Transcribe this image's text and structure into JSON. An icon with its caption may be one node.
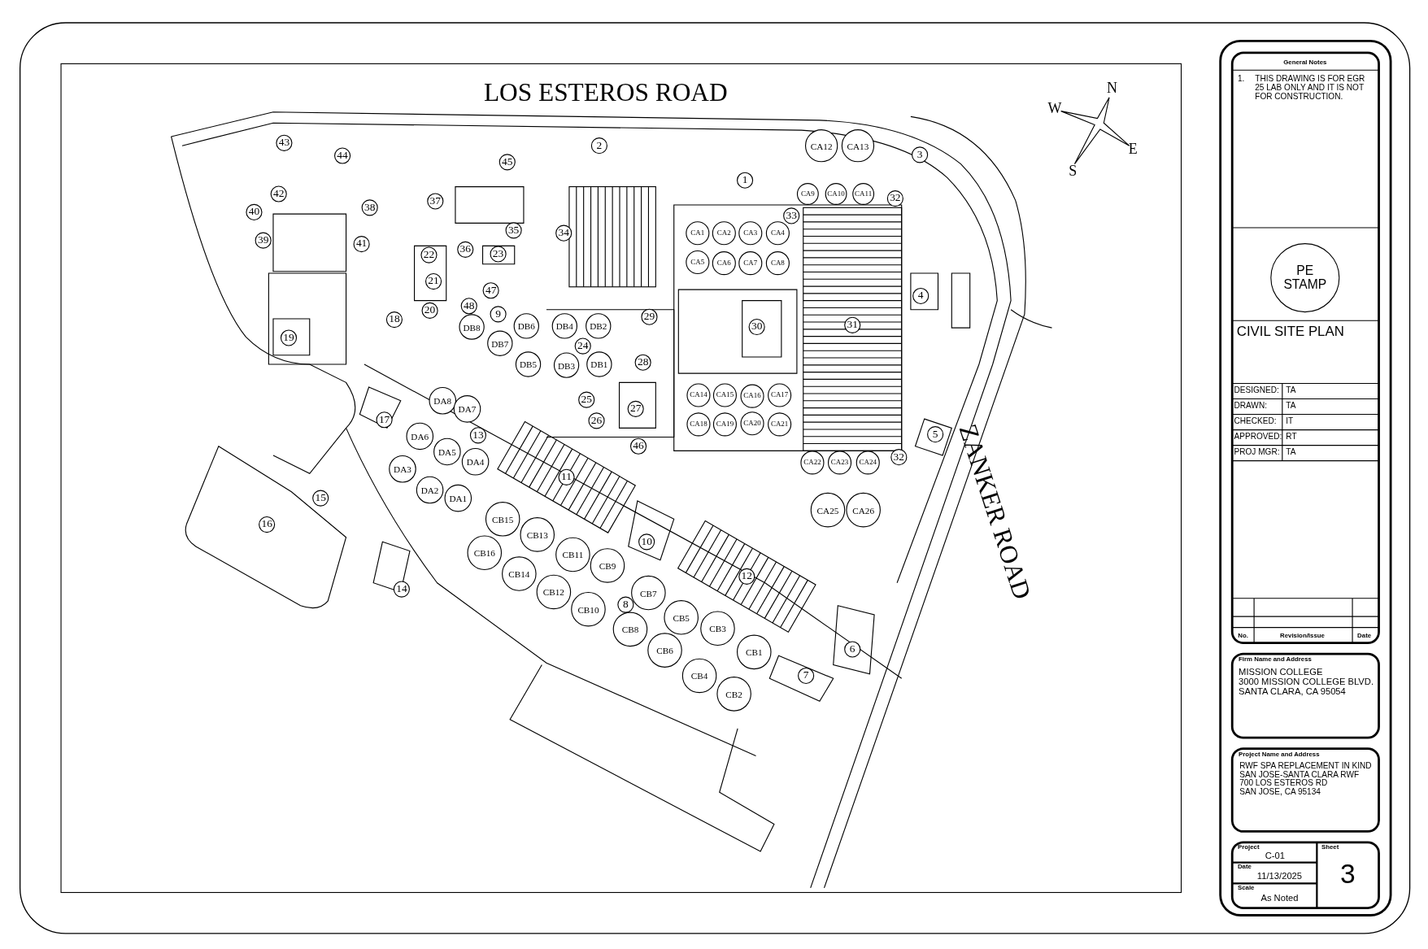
{
  "diagram": {
    "nodes": [
      {
        "text": [
          "PE STAMP"
        ]
      }
    ],
    "labels": [
      "LOS ESTEROS ROAD",
      "W",
      "N",
      "E",
      "S",
      "1",
      "2",
      "3",
      "4",
      "5",
      "6",
      "7",
      "8",
      "9",
      "10",
      "11",
      "12",
      "13",
      "14",
      "15",
      "16",
      "17",
      "18",
      "19",
      "20",
      "21",
      "22",
      "23",
      "24",
      "25",
      "26",
      "27",
      "28",
      "29",
      "30",
      "31",
      "32",
      "32",
      "33",
      "35",
      "34",
      "36",
      "37",
      "38",
      "39",
      "40",
      "41",
      "42",
      "43",
      "44",
      "45",
      "46",
      "47",
      "48",
      "CA12",
      "CA13",
      "CA9",
      "CA10",
      "CA11",
      "CA1",
      "CA2",
      "CA3",
      "CA4",
      "CA5",
      "CA6",
      "CA7",
      "CA8",
      "CA14",
      "CA15",
      "CA16",
      "CA17",
      "CA18",
      "CA19",
      "CA20",
      "CA21",
      "CA22",
      "CA23",
      "CA24",
      "CA25",
      "CA26",
      "DB8",
      "DB6",
      "DB4",
      "DB2",
      "DB7",
      "DB5",
      "DB3",
      "DB1",
      "DA8",
      "DA7",
      "DA6",
      "DA5",
      "DA4",
      "DA3",
      "DA2",
      "DA1",
      "CB15",
      "CB13",
      "CB16",
      "CB11",
      "CB14",
      "CB9",
      "CB12",
      "CB10",
      "CB7",
      "CB5",
      "CB8",
      "CB3",
      "CB6",
      "CB1",
      "CB4",
      "CB2",
      "ZANKER ROAD",
      "General Notes",
      "1.",
      "THIS DRAWING IS FOR EGR 25 LAB ONLY AND IT IS NOT FOR CONSTRUCTION.",
      "CIVIL SITE PLAN",
      "DESIGNED:",
      "TA",
      "DRAWN:",
      "TA",
      "CHECKED:",
      "IT",
      "APPROVED:",
      "RT",
      "PROJ MGR:",
      "TA",
      "No.",
      "Revision/Issue",
      "Date",
      "Firm Name and Address",
      "MISSION COLLEGE",
      "3000 MISSION COLLEGE BLVD.",
      "SANTA CLARA, CA 95054",
      "Project Name and Address",
      "RWF SPA REPLACEMENT IN KIND",
      "SAN JOSE-SANTA CLARA RWF",
      "700 LOS ESTEROS RD",
      "SAN JOSE, CA 95134",
      "Project",
      "C-01",
      "Sheet",
      "3",
      "Date",
      "11/13/2025",
      "Scale",
      "As Noted"
    ]
  }
}
